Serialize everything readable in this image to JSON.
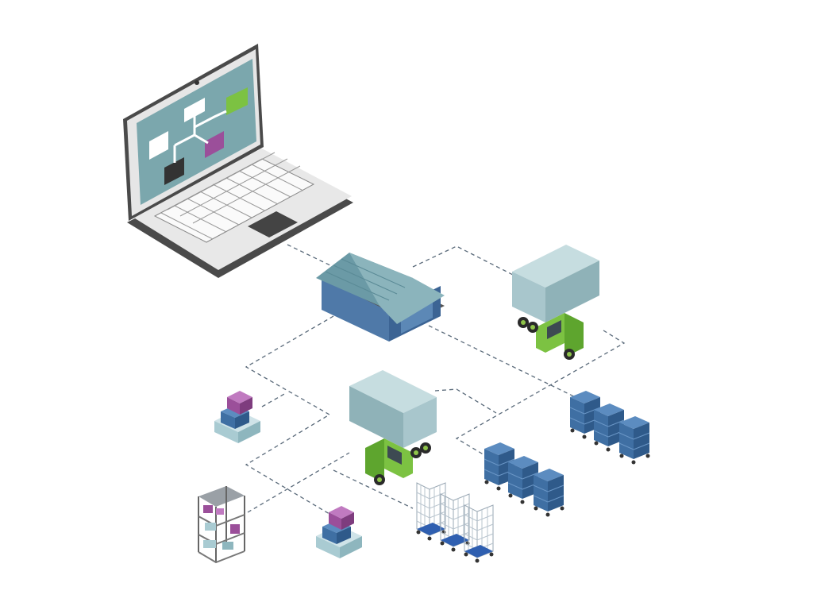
{
  "diagram": {
    "nodes": [
      {
        "id": "laptop",
        "icon": "laptop-icon"
      },
      {
        "id": "warehouse",
        "icon": "warehouse-icon"
      },
      {
        "id": "truck-east",
        "icon": "truck-icon"
      },
      {
        "id": "truck-center",
        "icon": "truck-icon"
      },
      {
        "id": "parcels-west",
        "icon": "parcel-stack-icon"
      },
      {
        "id": "shelf",
        "icon": "shelf-icon"
      },
      {
        "id": "parcels-south",
        "icon": "parcel-stack-icon"
      },
      {
        "id": "roll-cages",
        "icon": "roll-cage-icon"
      },
      {
        "id": "crates-center",
        "icon": "crate-stack-icon"
      },
      {
        "id": "crates-east",
        "icon": "crate-stack-icon"
      }
    ],
    "colors": {
      "screen": "#7ba7ad",
      "laptop_body": "#e6e6e6",
      "laptop_edge": "#4a4a4a",
      "warehouse": "#4f79a8",
      "roof": "#6b9aa6",
      "truck_cab": "#7cc242",
      "truck_box": "#a8c6cc",
      "crate": "#3f6fa3",
      "parcel_purple": "#9b4f9a",
      "connector": "#5a6a7a"
    }
  }
}
